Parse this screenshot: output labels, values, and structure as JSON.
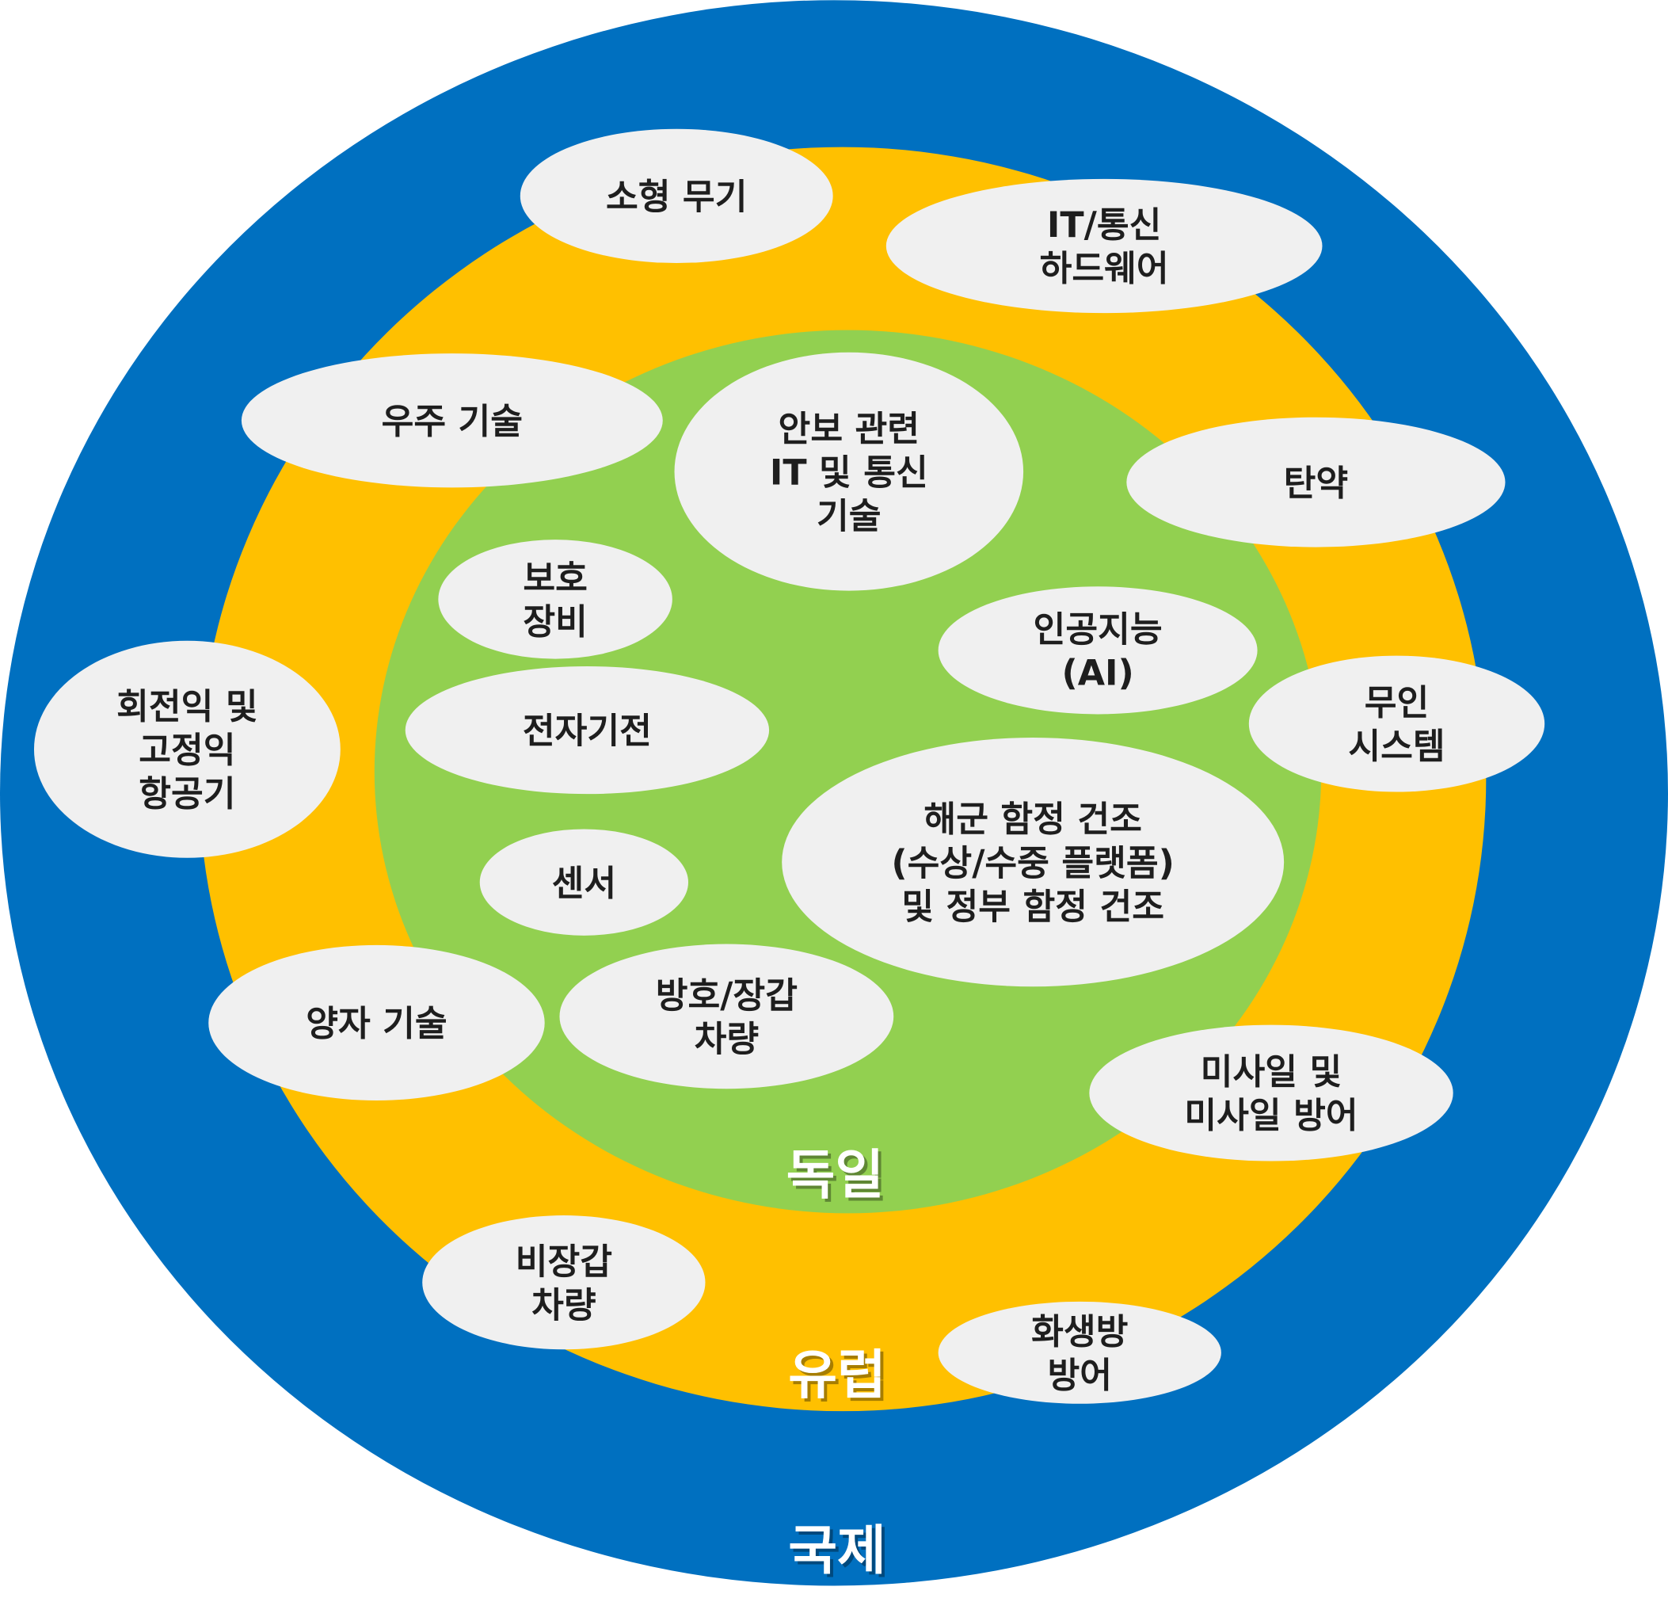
{
  "colors": {
    "international": "#0070C0",
    "europe": "#FFC000",
    "germany": "#92D050",
    "bubble": "#F0F0F0",
    "text": "#1E1E1E"
  },
  "rings": {
    "international": "국제",
    "europe": "유럽",
    "germany": "독일"
  },
  "bubbles": [
    {
      "id": "small-arms",
      "lines": [
        "소형 무기"
      ]
    },
    {
      "id": "it-telecom-hardware",
      "lines": [
        "IT/통신",
        "하드웨어"
      ]
    },
    {
      "id": "space-technology",
      "lines": [
        "우주 기술"
      ]
    },
    {
      "id": "security-it-telecom",
      "lines": [
        "안보 관련",
        "IT 및 통신",
        "기술"
      ]
    },
    {
      "id": "ammunition",
      "lines": [
        "탄약"
      ]
    },
    {
      "id": "protective-equipment",
      "lines": [
        "보호",
        "장비"
      ]
    },
    {
      "id": "artificial-intelligence",
      "lines": [
        "인공지능",
        "(AI)"
      ]
    },
    {
      "id": "aircraft",
      "lines": [
        "회전익 및",
        "고정익",
        "항공기"
      ]
    },
    {
      "id": "electronic-warfare",
      "lines": [
        "전자기전"
      ]
    },
    {
      "id": "unmanned-systems",
      "lines": [
        "무인",
        "시스템"
      ]
    },
    {
      "id": "naval-shipbuilding",
      "lines": [
        "해군 함정 건조",
        "(수상/수중 플랫폼)",
        "및 정부 함정 건조"
      ]
    },
    {
      "id": "sensors",
      "lines": [
        "센서"
      ]
    },
    {
      "id": "quantum-technology",
      "lines": [
        "양자 기술"
      ]
    },
    {
      "id": "armored-vehicles",
      "lines": [
        "방호/장갑",
        "차량"
      ]
    },
    {
      "id": "missile-defense",
      "lines": [
        "미사일 및",
        "미사일 방어"
      ]
    },
    {
      "id": "unarmored-vehicles",
      "lines": [
        "비장갑",
        "차량"
      ]
    },
    {
      "id": "cbrn-defense",
      "lines": [
        "화생방",
        "방어"
      ]
    }
  ]
}
